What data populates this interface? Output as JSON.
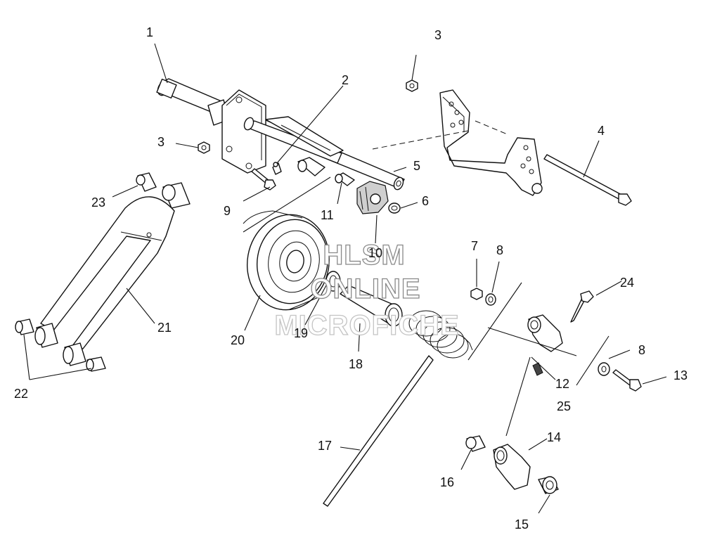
{
  "watermark": {
    "line1": "HLSM",
    "line2": "ONLINE",
    "line3": "MICROFICHE"
  },
  "callouts": [
    {
      "id": "c1",
      "label": "1"
    },
    {
      "id": "c2",
      "label": "2"
    },
    {
      "id": "c3a",
      "label": "3"
    },
    {
      "id": "c3b",
      "label": "3"
    },
    {
      "id": "c4",
      "label": "4"
    },
    {
      "id": "c5",
      "label": "5"
    },
    {
      "id": "c6",
      "label": "6"
    },
    {
      "id": "c7",
      "label": "7"
    },
    {
      "id": "c8a",
      "label": "8"
    },
    {
      "id": "c8b",
      "label": "8"
    },
    {
      "id": "c9",
      "label": "9"
    },
    {
      "id": "c10",
      "label": "10"
    },
    {
      "id": "c11",
      "label": "11"
    },
    {
      "id": "c12",
      "label": "12"
    },
    {
      "id": "c13",
      "label": "13"
    },
    {
      "id": "c14",
      "label": "14"
    },
    {
      "id": "c15",
      "label": "15"
    },
    {
      "id": "c16",
      "label": "16"
    },
    {
      "id": "c17",
      "label": "17"
    },
    {
      "id": "c18",
      "label": "18"
    },
    {
      "id": "c19",
      "label": "19"
    },
    {
      "id": "c20",
      "label": "20"
    },
    {
      "id": "c21",
      "label": "21"
    },
    {
      "id": "c22",
      "label": "22"
    },
    {
      "id": "c23",
      "label": "23"
    },
    {
      "id": "c24",
      "label": "24"
    },
    {
      "id": "c25",
      "label": "25"
    }
  ]
}
